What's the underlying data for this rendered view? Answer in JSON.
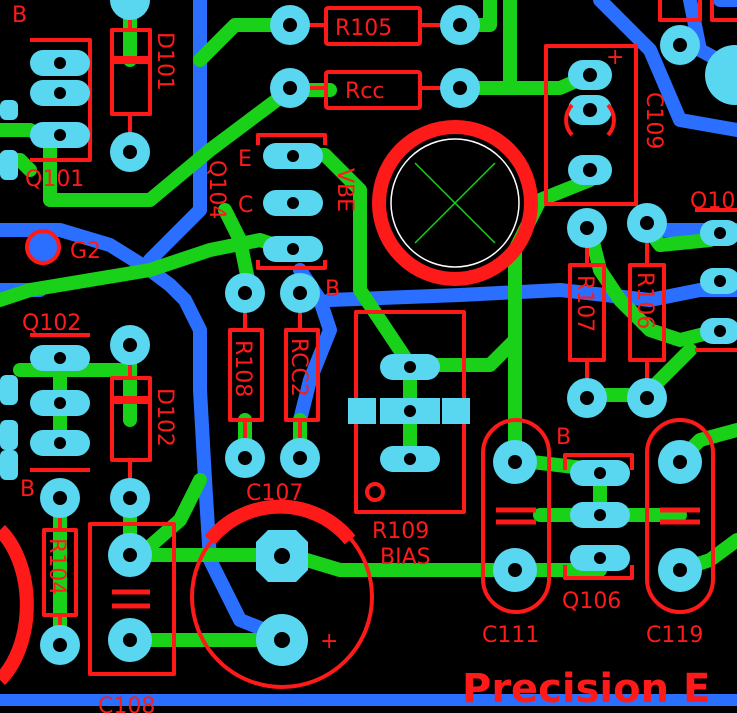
{
  "board": {
    "colors": {
      "background": "#000000",
      "silkscreen": "#ff1a1a",
      "top_copper": "#1ad11a",
      "bottom_copper": "#2a6fff",
      "pad": "#5ad7f0",
      "drill": "#000000"
    },
    "labels": {
      "r105": "R105",
      "rcc": "Rcc",
      "c109": "C109",
      "d101": "D101",
      "q101": "Q101",
      "q104": "Q104",
      "e": "E",
      "c": "C",
      "b": "B",
      "vbe": "VBE",
      "g2": "G2",
      "q102": "Q102",
      "d102": "D102",
      "r108": "R108",
      "rcc2": "RCC2",
      "c107": "C107",
      "r104": "R104",
      "c108": "C108",
      "r109": "R109",
      "bias": "BIAS",
      "r107": "R107",
      "r106": "R106",
      "q105": "Q10",
      "q106": "Q106",
      "c111": "C111",
      "c119": "C119",
      "plus": "+",
      "title": "Precision E"
    },
    "icons": [
      "ground-pad-icon",
      "mounting-hole-icon",
      "polarity-plus-icon"
    ]
  }
}
